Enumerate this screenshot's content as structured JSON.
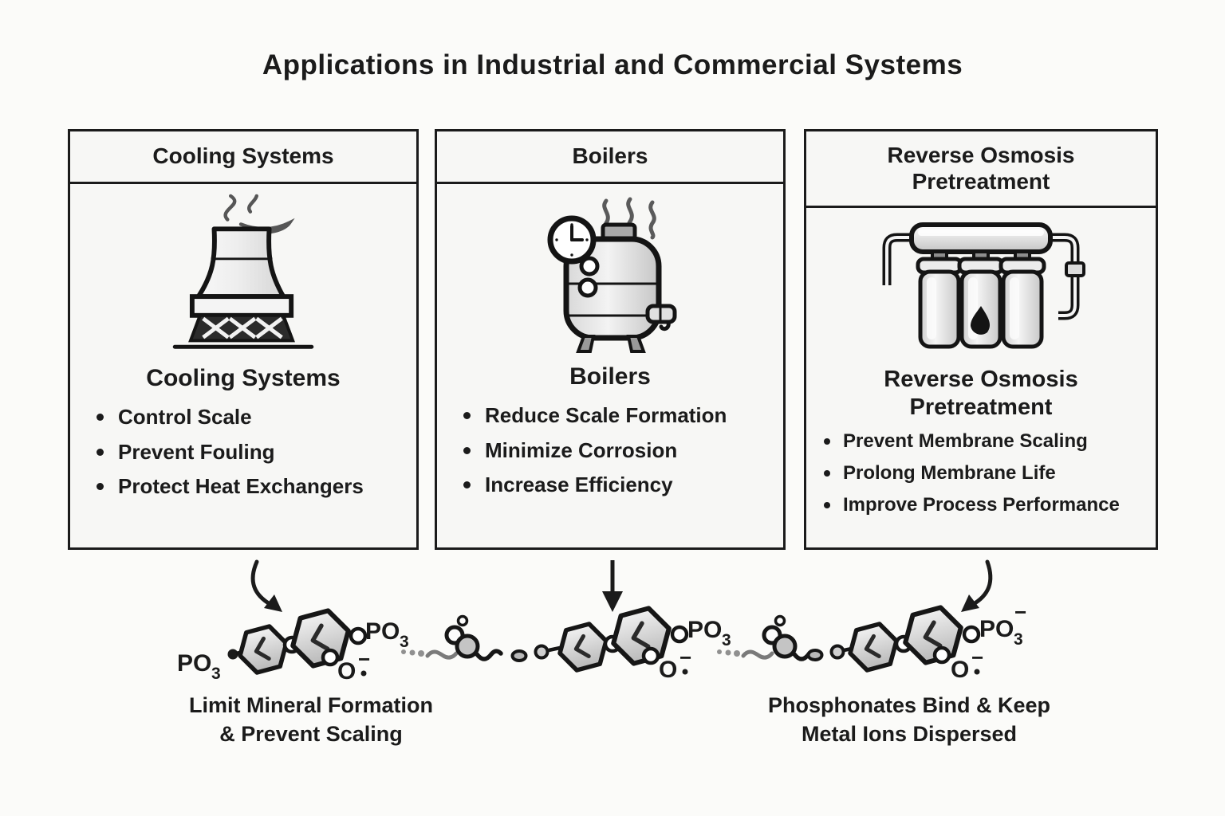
{
  "title": "Applications in Industrial and Commercial Systems",
  "panels": [
    {
      "header": "Cooling Systems",
      "subtitle": "Cooling Systems",
      "icon": "cooling-tower-icon",
      "bullets": [
        "Control Scale",
        "Prevent Fouling",
        "Protect Heat Exchangers"
      ]
    },
    {
      "header": "Boilers",
      "subtitle": "Boilers",
      "icon": "boiler-icon",
      "bullets": [
        "Reduce Scale Formation",
        "Minimize Corrosion",
        "Increase Efficiency"
      ]
    },
    {
      "header": "Reverse Osmosis Pretreatment",
      "subtitle": "Reverse Osmosis Pretreatment",
      "icon": "ro-filter-icon",
      "bullets": [
        "Prevent Membrane Scaling",
        "Prolong Membrane Life",
        "Improve Process Performance"
      ]
    }
  ],
  "molecule": {
    "po": "PO",
    "sub": "3",
    "minus": "−",
    "o": "O"
  },
  "captions": {
    "left": [
      "Limit Mineral Formation",
      "& Prevent Scaling"
    ],
    "right": [
      "Phosphonates Bind & Keep",
      "Metal Ions Dispersed"
    ]
  },
  "colors": {
    "ink": "#1b1b1b",
    "panel_bg": "#f7f7f5",
    "page_bg": "#fbfbf9",
    "shape_light": "#f1f1f1",
    "shape_mid": "#c9c9c9",
    "shape_dark": "#2b2b2b"
  }
}
